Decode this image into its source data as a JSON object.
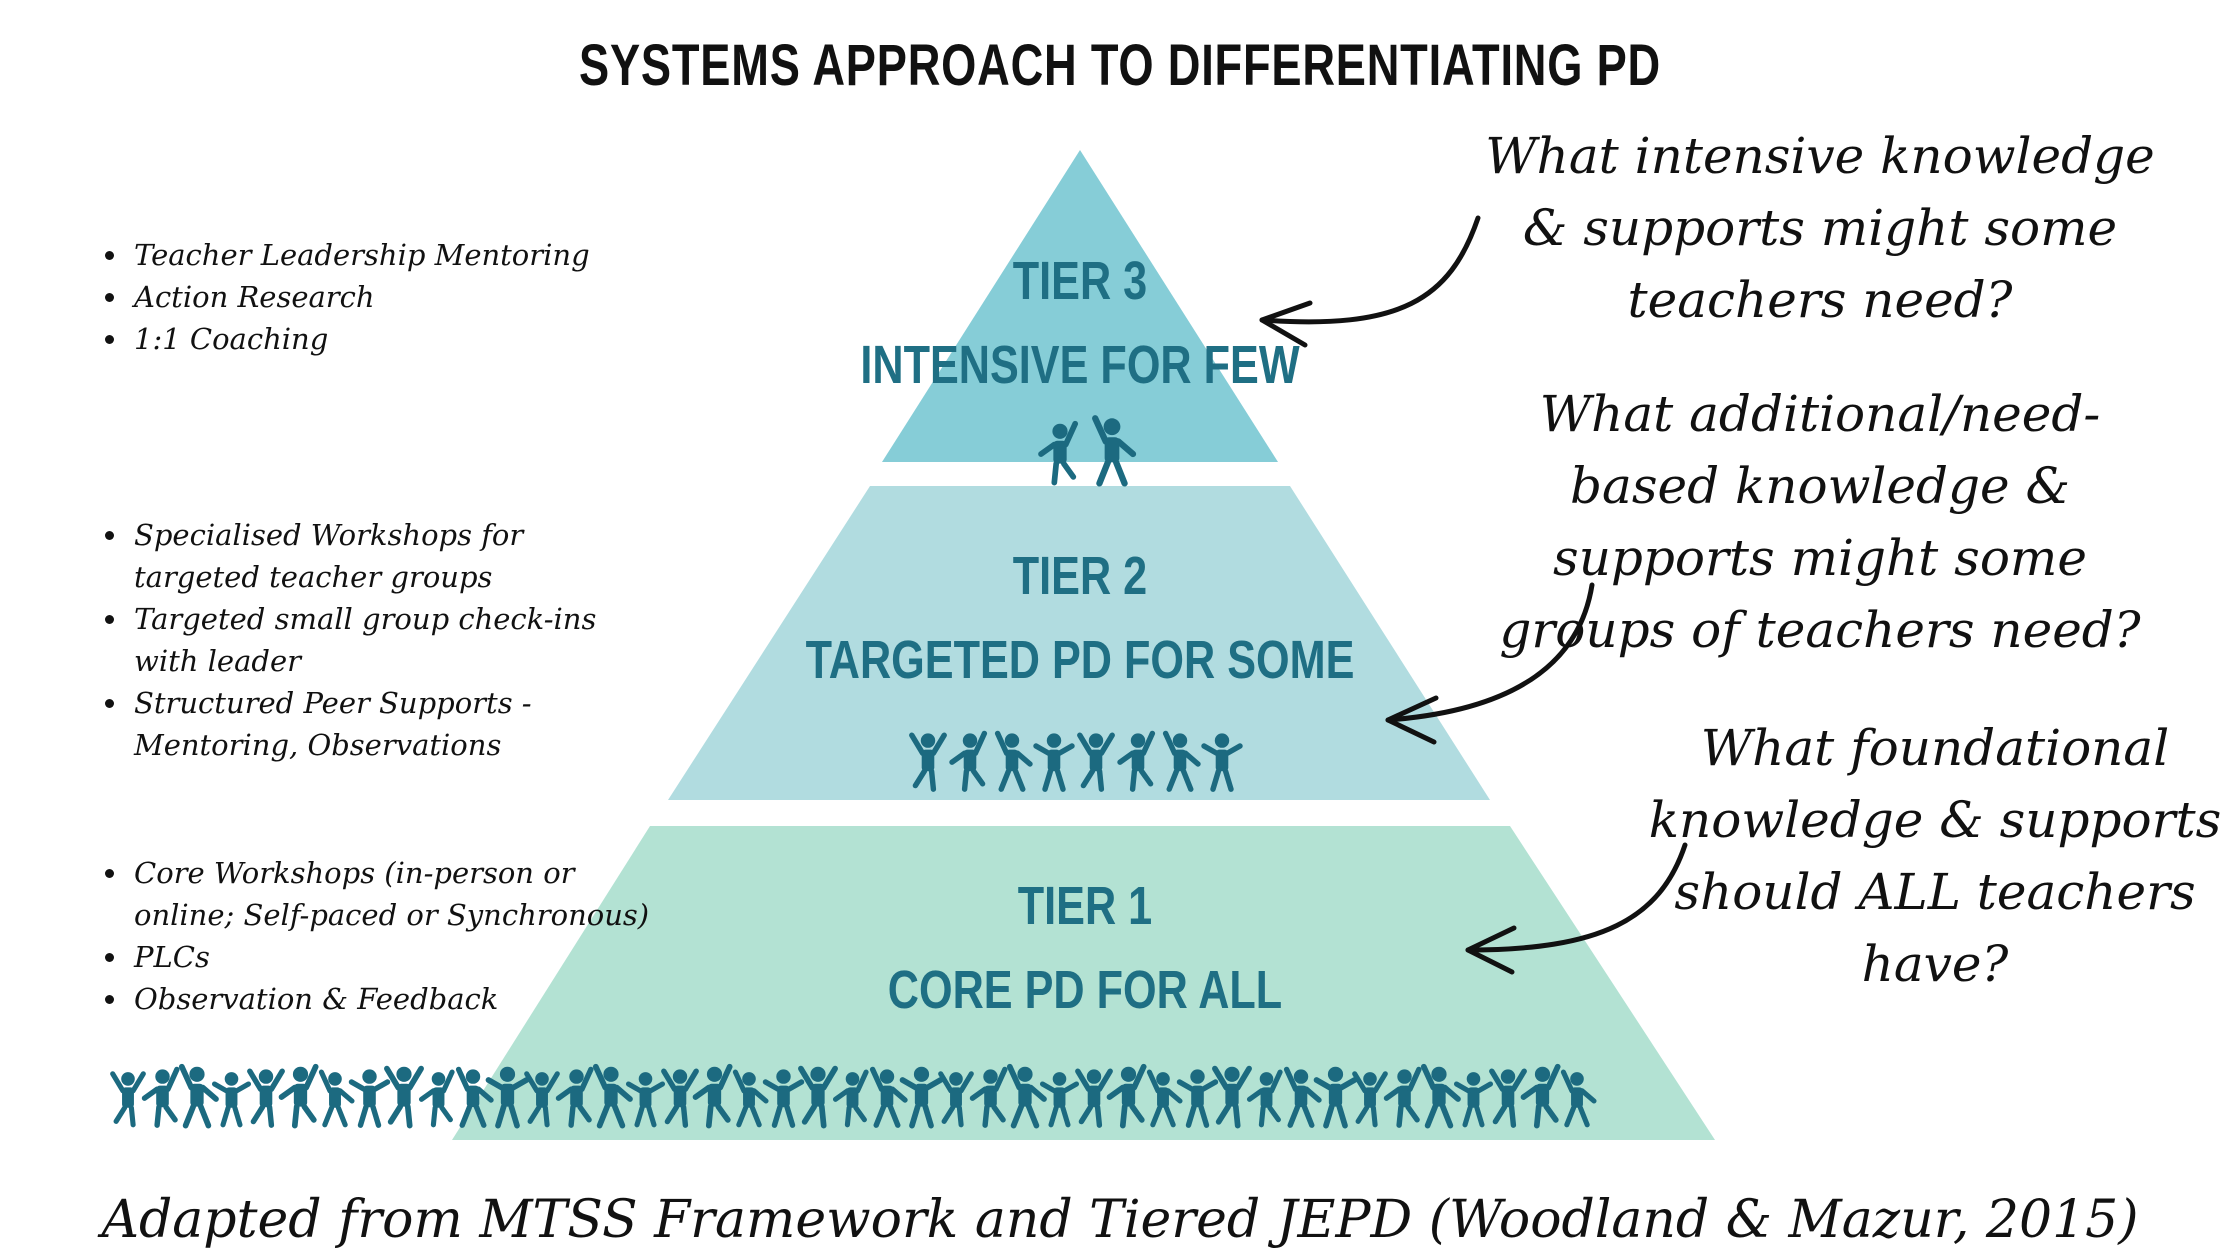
{
  "title": "SYSTEMS APPROACH TO DIFFERENTIATING PD",
  "colors": {
    "tier3": "#86cdd7",
    "tier2": "#b1dce0",
    "tier1": "#b3e2d3",
    "people": "#1c6a80",
    "text": "#1f6f84"
  },
  "tiers": [
    {
      "number": "TIER 3",
      "name": "INTENSIVE FOR FEW",
      "bullets": [
        "Teacher Leadership Mentoring",
        "Action Research",
        "1:1 Coaching"
      ],
      "question": "What intensive knowledge & supports might some teachers need?"
    },
    {
      "number": "TIER 2",
      "name": "TARGETED PD FOR SOME",
      "bullets": [
        "Specialised Workshops for targeted teacher groups",
        "Targeted small group check-ins with leader",
        "Structured Peer Supports - Mentoring, Observations"
      ],
      "question": "What additional/need-based knowledge & supports might some groups of teachers need?"
    },
    {
      "number": "TIER 1",
      "name": "CORE PD FOR ALL",
      "bullets": [
        "Core Workshops (in-person or online; Self-paced or Synchronous)",
        "PLCs",
        "Observation & Feedback"
      ],
      "question": "What foundational knowledge & supports should ALL teachers have?"
    }
  ],
  "icons": [
    "person-figure-icon",
    "curved-arrow-icon"
  ],
  "footer": "Adapted from MTSS Framework and Tiered JEPD (Woodland & Mazur, 2015)"
}
